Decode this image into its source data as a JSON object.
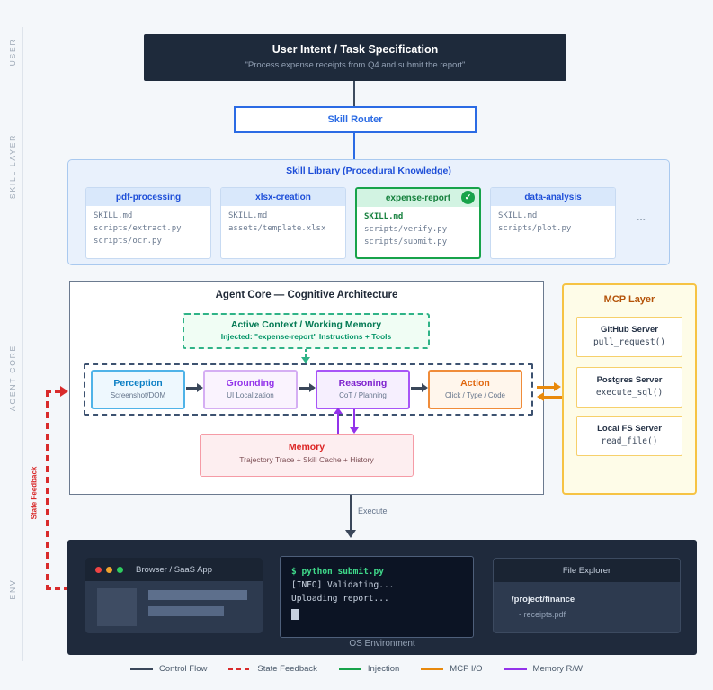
{
  "rail": {
    "labels": [
      "USER",
      "SKILL LAYER",
      "AGENT CORE",
      "ENV"
    ]
  },
  "user_intent": {
    "title": "User Intent / Task Specification",
    "subtitle": "\"Process expense receipts from Q4 and submit the report\""
  },
  "skill_router": {
    "label": "Skill Router"
  },
  "skill_library": {
    "title": "Skill Library (Procedural Knowledge)",
    "ellipsis": "...",
    "cards": [
      {
        "name": "pdf-processing",
        "files": [
          "SKILL.md",
          "scripts/extract.py",
          "scripts/ocr.py"
        ]
      },
      {
        "name": "xlsx-creation",
        "files": [
          "SKILL.md",
          "assets/template.xlsx"
        ]
      },
      {
        "name": "expense-report",
        "badge": "✓",
        "files": [
          "SKILL.md",
          "scripts/verify.py",
          "scripts/submit.py"
        ]
      },
      {
        "name": "data-analysis",
        "files": [
          "SKILL.md",
          "scripts/plot.py"
        ]
      }
    ]
  },
  "agent_core": {
    "title": "Agent Core — Cognitive Architecture",
    "active_context": {
      "title": "Active Context / Working Memory",
      "subtitle": "Injected: \"expense-report\" Instructions + Tools"
    },
    "pipeline": [
      {
        "title": "Perception",
        "subtitle": "Screenshot/DOM"
      },
      {
        "title": "Grounding",
        "subtitle": "UI Localization"
      },
      {
        "title": "Reasoning",
        "subtitle": "CoT / Planning"
      },
      {
        "title": "Action",
        "subtitle": "Click / Type / Code"
      }
    ],
    "memory": {
      "title": "Memory",
      "subtitle": "Trajectory Trace + Skill Cache + History"
    }
  },
  "mcp": {
    "title": "MCP Layer",
    "servers": [
      {
        "name": "GitHub Server",
        "fn": "pull_request()"
      },
      {
        "name": "Postgres Server",
        "fn": "execute_sql()"
      },
      {
        "name": "Local FS Server",
        "fn": "read_file()"
      }
    ]
  },
  "arrows": {
    "execute_label": "Execute",
    "state_feedback_label": "State Feedback"
  },
  "environment": {
    "browser": {
      "title": "Browser / SaaS App"
    },
    "terminal": {
      "lines": [
        {
          "text": "$ python submit.py"
        },
        {
          "text": "[INFO] Validating..."
        },
        {
          "text": "Uploading report..."
        }
      ]
    },
    "explorer": {
      "title": "File Explorer",
      "path": "/project/finance",
      "file": "- receipts.pdf"
    },
    "label": "OS Environment"
  },
  "legend": [
    {
      "label": "Control Flow",
      "style": "solid",
      "color": "#3a475a"
    },
    {
      "label": "State Feedback",
      "style": "dashed",
      "color": "#d92b2b"
    },
    {
      "label": "Injection",
      "style": "solid",
      "color": "#17a34a"
    },
    {
      "label": "MCP I/O",
      "style": "solid",
      "color": "#e8890c"
    },
    {
      "label": "Memory R/W",
      "style": "solid",
      "color": "#9333ea"
    }
  ],
  "colors": {
    "background": "#f4f7fa",
    "intent_bg": "#1e2a3b",
    "router_accent": "#2b6be4",
    "library_accent": "#1d4ed8",
    "active_skill": "#17a34a",
    "mcp_accent": "#b45309",
    "memory_accent": "#dc2626",
    "env_bg": "#1f2a3c",
    "terminal_green": "#3fd98a"
  }
}
